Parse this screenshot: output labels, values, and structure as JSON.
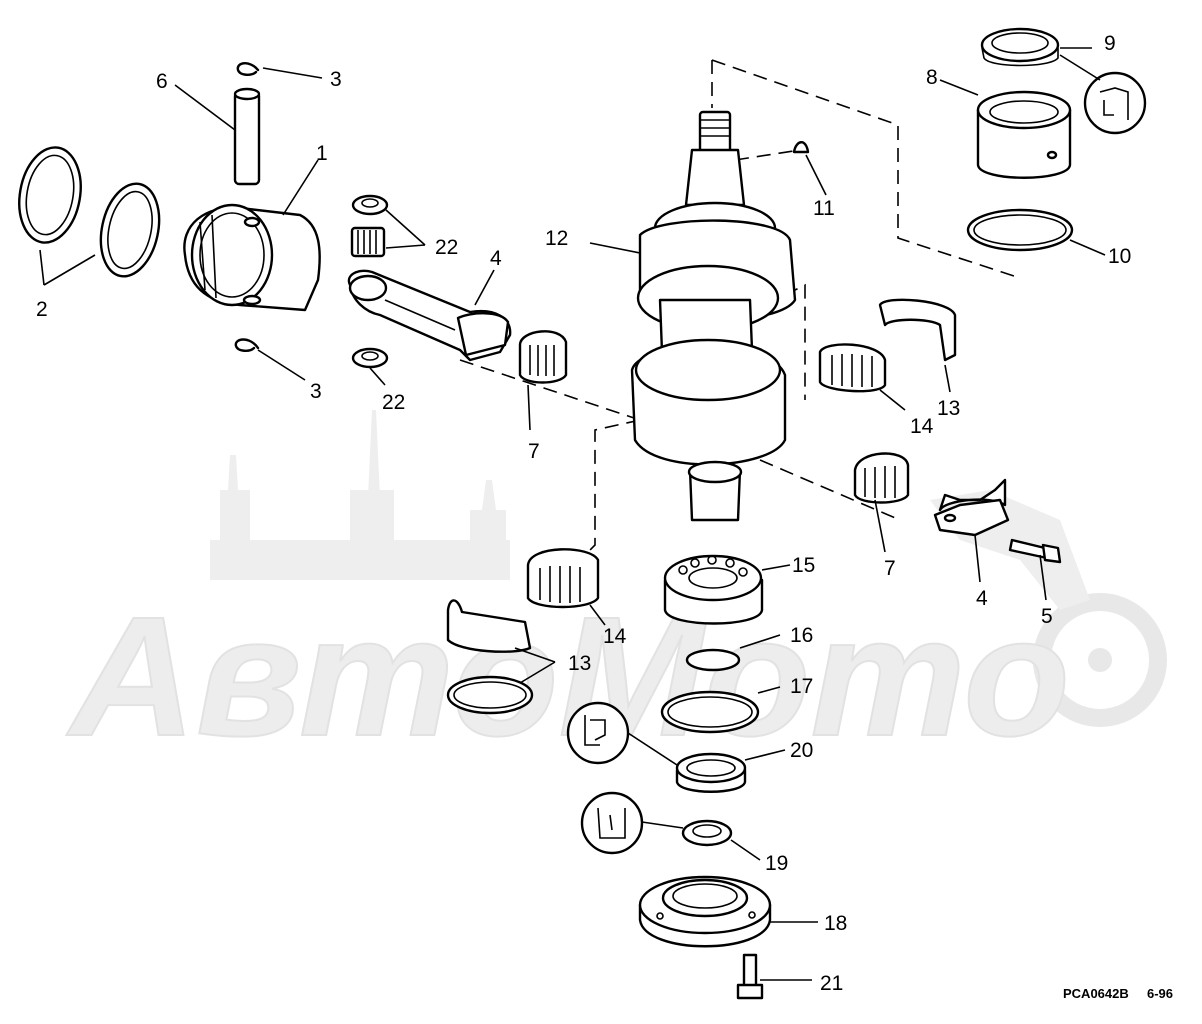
{
  "watermark": {
    "text": "АвтоМото"
  },
  "diagram_code": "PCA0642B",
  "diagram_date": "6-96",
  "callouts": [
    {
      "id": "c1",
      "label": "1"
    },
    {
      "id": "c2",
      "label": "2"
    },
    {
      "id": "c3a",
      "label": "3"
    },
    {
      "id": "c3b",
      "label": "3"
    },
    {
      "id": "c4a",
      "label": "4"
    },
    {
      "id": "c4b",
      "label": "4"
    },
    {
      "id": "c5",
      "label": "5"
    },
    {
      "id": "c6",
      "label": "6"
    },
    {
      "id": "c7a",
      "label": "7"
    },
    {
      "id": "c7b",
      "label": "7"
    },
    {
      "id": "c8",
      "label": "8"
    },
    {
      "id": "c9",
      "label": "9"
    },
    {
      "id": "c10",
      "label": "10"
    },
    {
      "id": "c11",
      "label": "11"
    },
    {
      "id": "c12",
      "label": "12"
    },
    {
      "id": "c13a",
      "label": "13"
    },
    {
      "id": "c13b",
      "label": "13"
    },
    {
      "id": "c14a",
      "label": "14"
    },
    {
      "id": "c14b",
      "label": "14"
    },
    {
      "id": "c15",
      "label": "15"
    },
    {
      "id": "c16",
      "label": "16"
    },
    {
      "id": "c17",
      "label": "17"
    },
    {
      "id": "c18",
      "label": "18"
    },
    {
      "id": "c19",
      "label": "19"
    },
    {
      "id": "c20",
      "label": "20"
    },
    {
      "id": "c21",
      "label": "21"
    },
    {
      "id": "c22a",
      "label": "22"
    },
    {
      "id": "c22b",
      "label": "22"
    }
  ]
}
